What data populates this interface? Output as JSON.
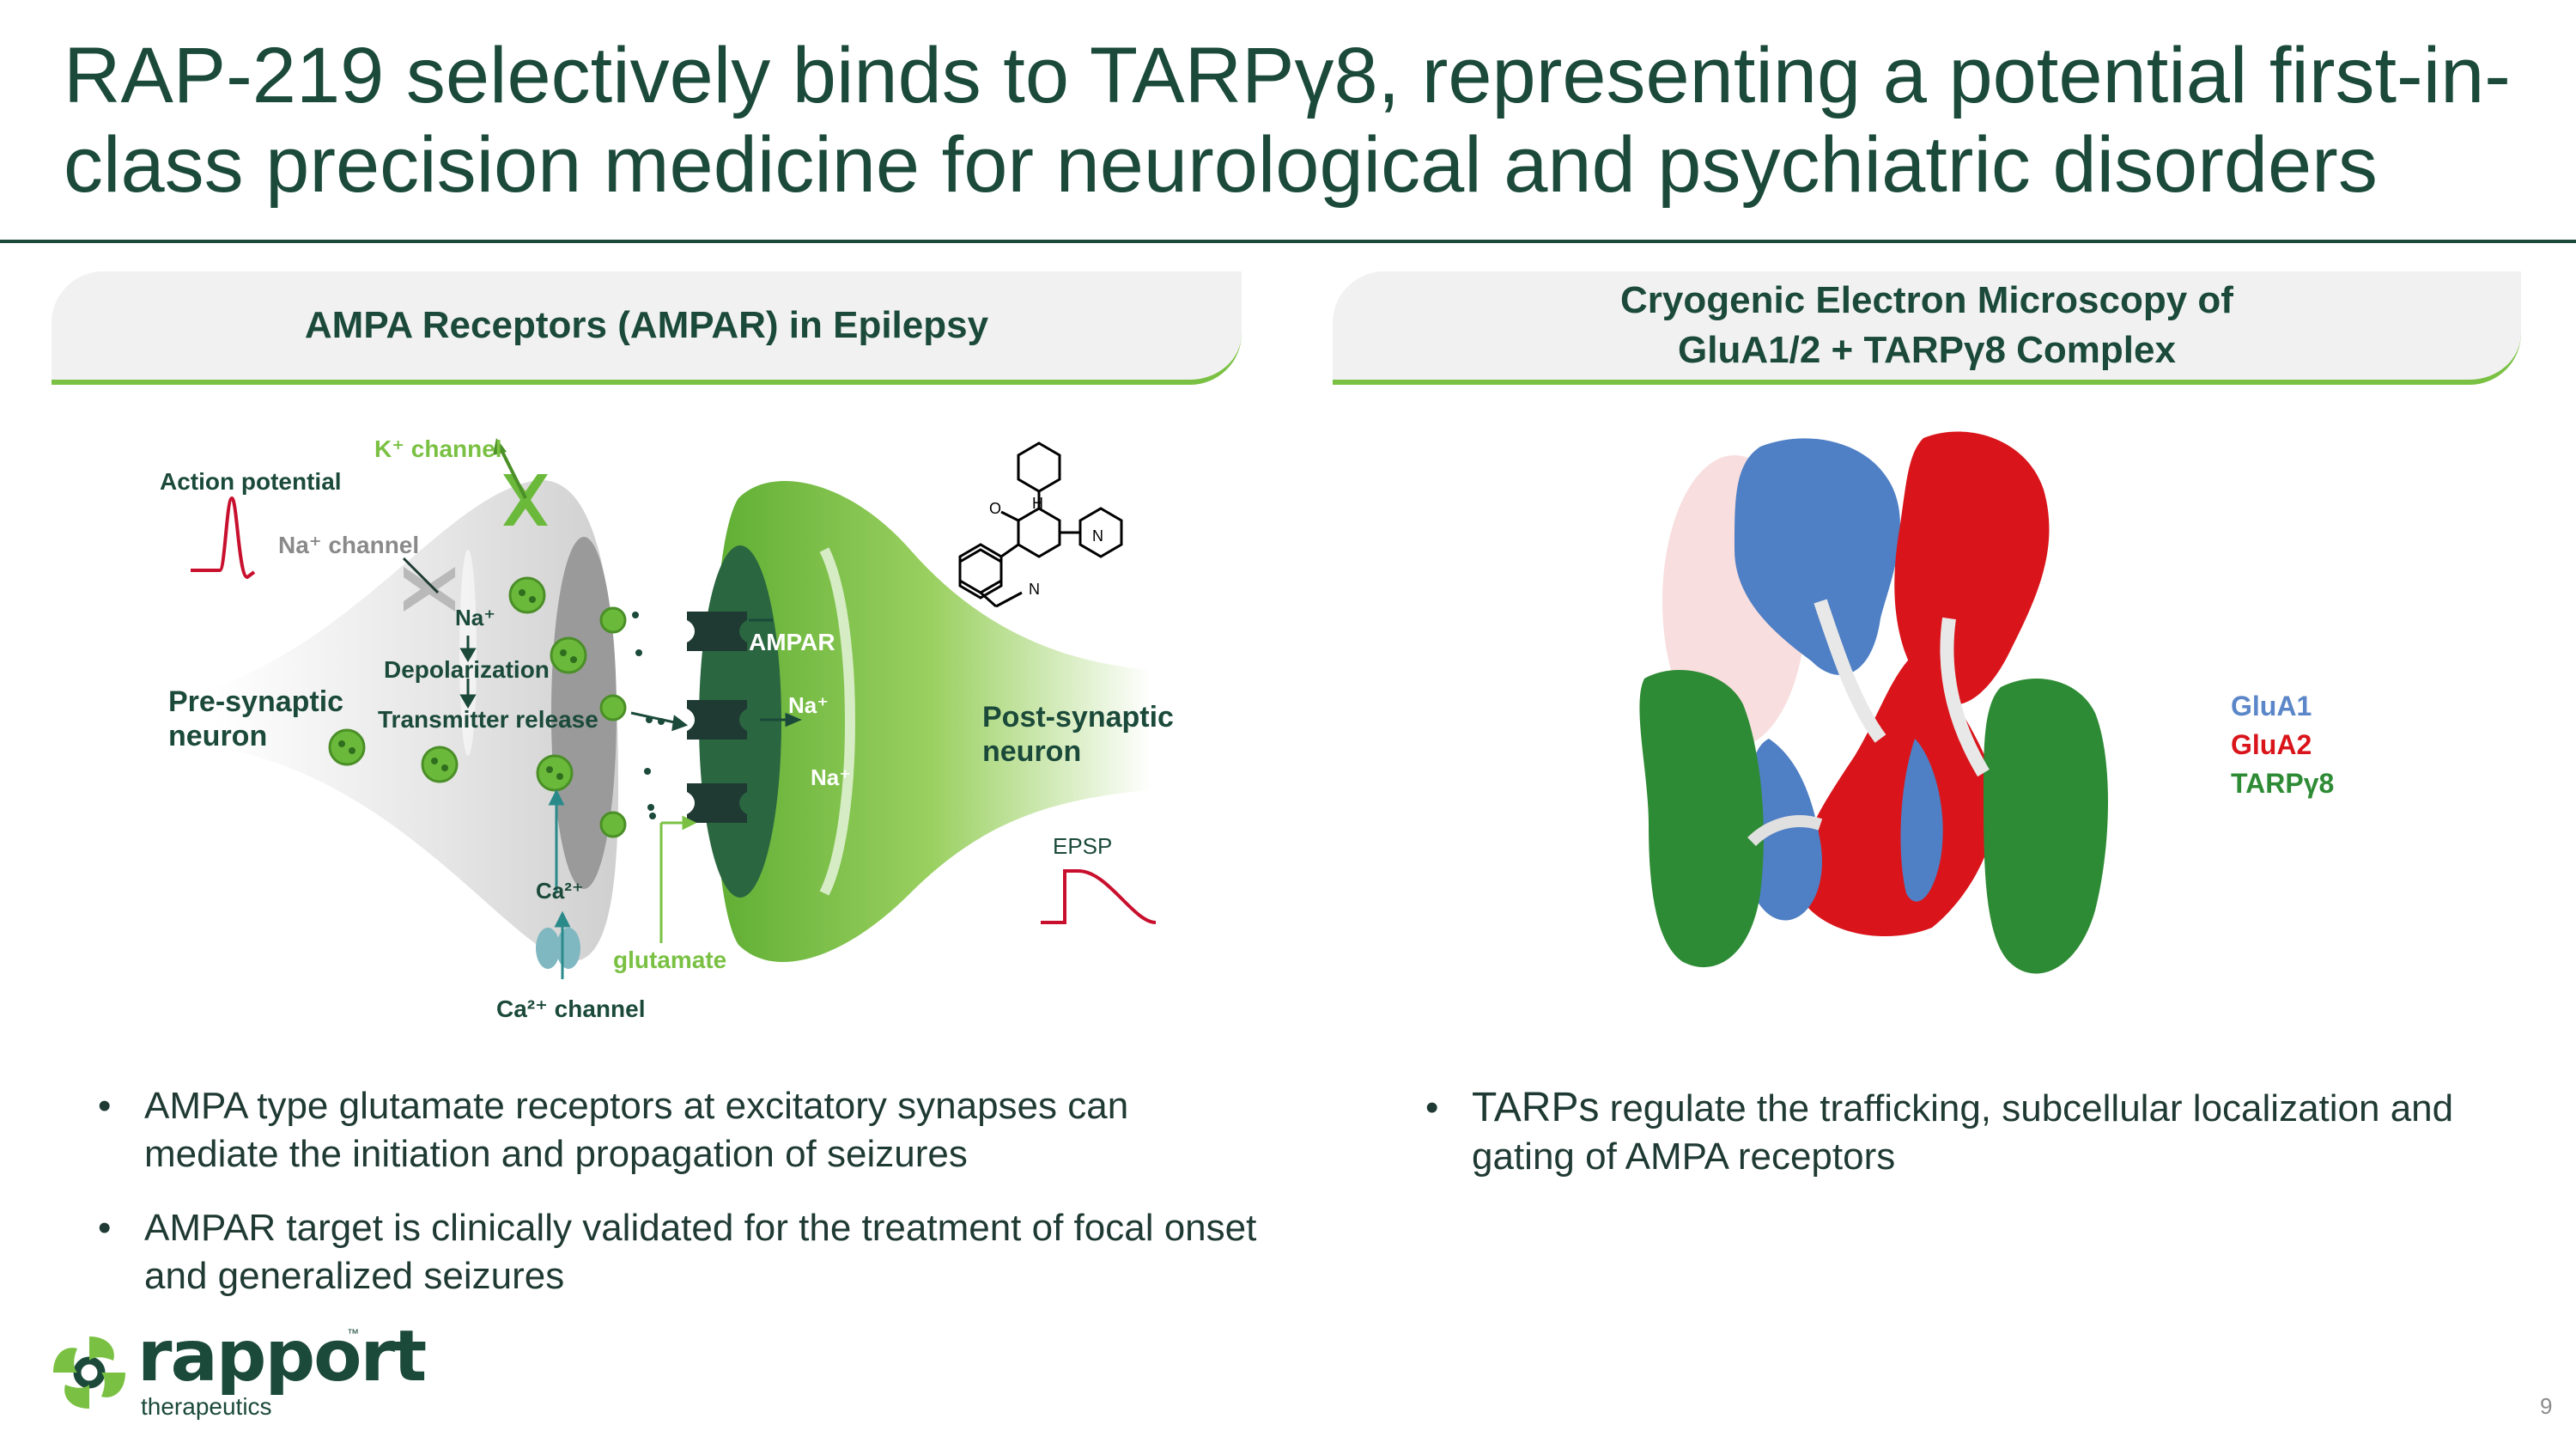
{
  "slide": {
    "title": "RAP-219 selectively binds to TARPγ8, representing a potential first-in-class precision medicine for neurological and psychiatric disorders",
    "page_number": "9"
  },
  "left_panel": {
    "header": "AMPA Receptors (AMPAR) in Epilepsy",
    "diagram_labels": {
      "action_potential": "Action potential",
      "k_channel": "K⁺ channel",
      "na_channel": "Na⁺ channel",
      "na_plus_1": "Na⁺",
      "depolarization": "Depolarization",
      "transmitter_release": "Transmitter release",
      "pre_synaptic_1": "Pre-synaptic",
      "pre_synaptic_2": "neuron",
      "ampar": "AMPAR",
      "na_plus_2": "Na⁺",
      "na_plus_3": "Na⁺",
      "post_synaptic_1": "Post-synaptic",
      "post_synaptic_2": "neuron",
      "epsp": "EPSP",
      "ca2_plus": "Ca²⁺",
      "glutamate": "glutamate",
      "ca2_channel": "Ca²⁺ channel",
      "mol_o": "O",
      "mol_h": "H",
      "mol_n1": "N",
      "mol_n2": "N"
    },
    "bullets": [
      "AMPA type glutamate receptors at excitatory synapses can mediate the initiation and propagation of seizures",
      "AMPAR target is clinically validated for the treatment of focal onset and generalized seizures"
    ]
  },
  "right_panel": {
    "header_line1": "Cryogenic Electron Microscopy of",
    "header_line2": "GluA1/2 + TARPγ8 Complex",
    "legend": [
      {
        "label": "GluA1",
        "color": "#5b86c8"
      },
      {
        "label": "GluA2",
        "color": "#d9151b"
      },
      {
        "label": "TARPγ8",
        "color": "#2e8b35"
      }
    ],
    "bullet_lead": "TARPs",
    "bullet_rest": " regulate the trafficking, subcellular localization and gating of AMPA receptors"
  },
  "logo": {
    "word": "rapport",
    "sub": "therapeutics",
    "tm": "™"
  },
  "colors": {
    "dark_green": "#1b4a3a",
    "accent_green": "#7ac143",
    "red": "#c8102e"
  }
}
